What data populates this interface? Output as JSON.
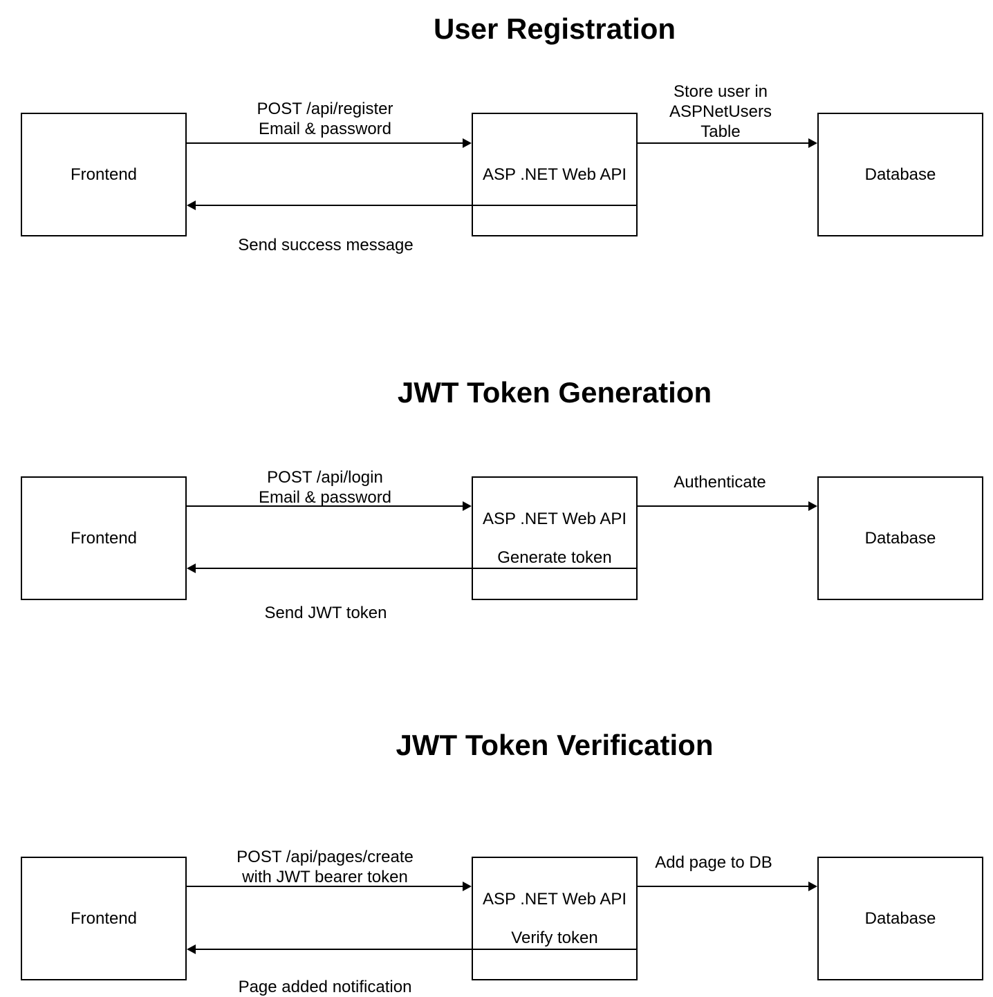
{
  "colors": {
    "ink": "#000000",
    "background": "#ffffff"
  },
  "diagrams": [
    {
      "title": "User Registration",
      "frontend": "Frontend",
      "api": "ASP .NET Web API",
      "database": "Database",
      "request_label": "POST /api/register\nEmail & password",
      "response_label": "Send success message",
      "db_label": "Store user in\nASPNetUsers\nTable"
    },
    {
      "title": "JWT Token Generation",
      "frontend": "Frontend",
      "api": "ASP .NET Web API",
      "api_action": "Generate token",
      "database": "Database",
      "request_label": "POST /api/login\nEmail & password",
      "response_label": "Send JWT token",
      "db_label": "Authenticate"
    },
    {
      "title": "JWT Token Verification",
      "frontend": "Frontend",
      "api": "ASP .NET Web API",
      "api_action": "Verify token",
      "database": "Database",
      "request_label": "POST /api/pages/create\nwith JWT bearer token",
      "response_label": "Page added notification",
      "db_label": "Add page to DB"
    }
  ]
}
